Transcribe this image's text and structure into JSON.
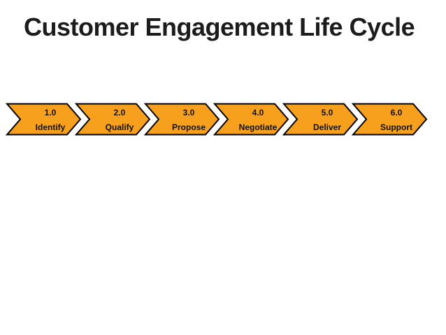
{
  "slide": {
    "title": "Customer Engagement Life Cycle",
    "colors": {
      "background": "#ffffff",
      "title_text": "#1c1c1c",
      "chevron_fill": "#f6a01e",
      "chevron_border": "#000000",
      "chevron_text": "#111111"
    },
    "process": {
      "steps": [
        {
          "number": "1.0",
          "label": "Identify"
        },
        {
          "number": "2.0",
          "label": "Qualify"
        },
        {
          "number": "3.0",
          "label": "Propose"
        },
        {
          "number": "4.0",
          "label": "Negotiate"
        },
        {
          "number": "5.0",
          "label": "Deliver"
        },
        {
          "number": "6.0",
          "label": "Support"
        }
      ]
    }
  }
}
